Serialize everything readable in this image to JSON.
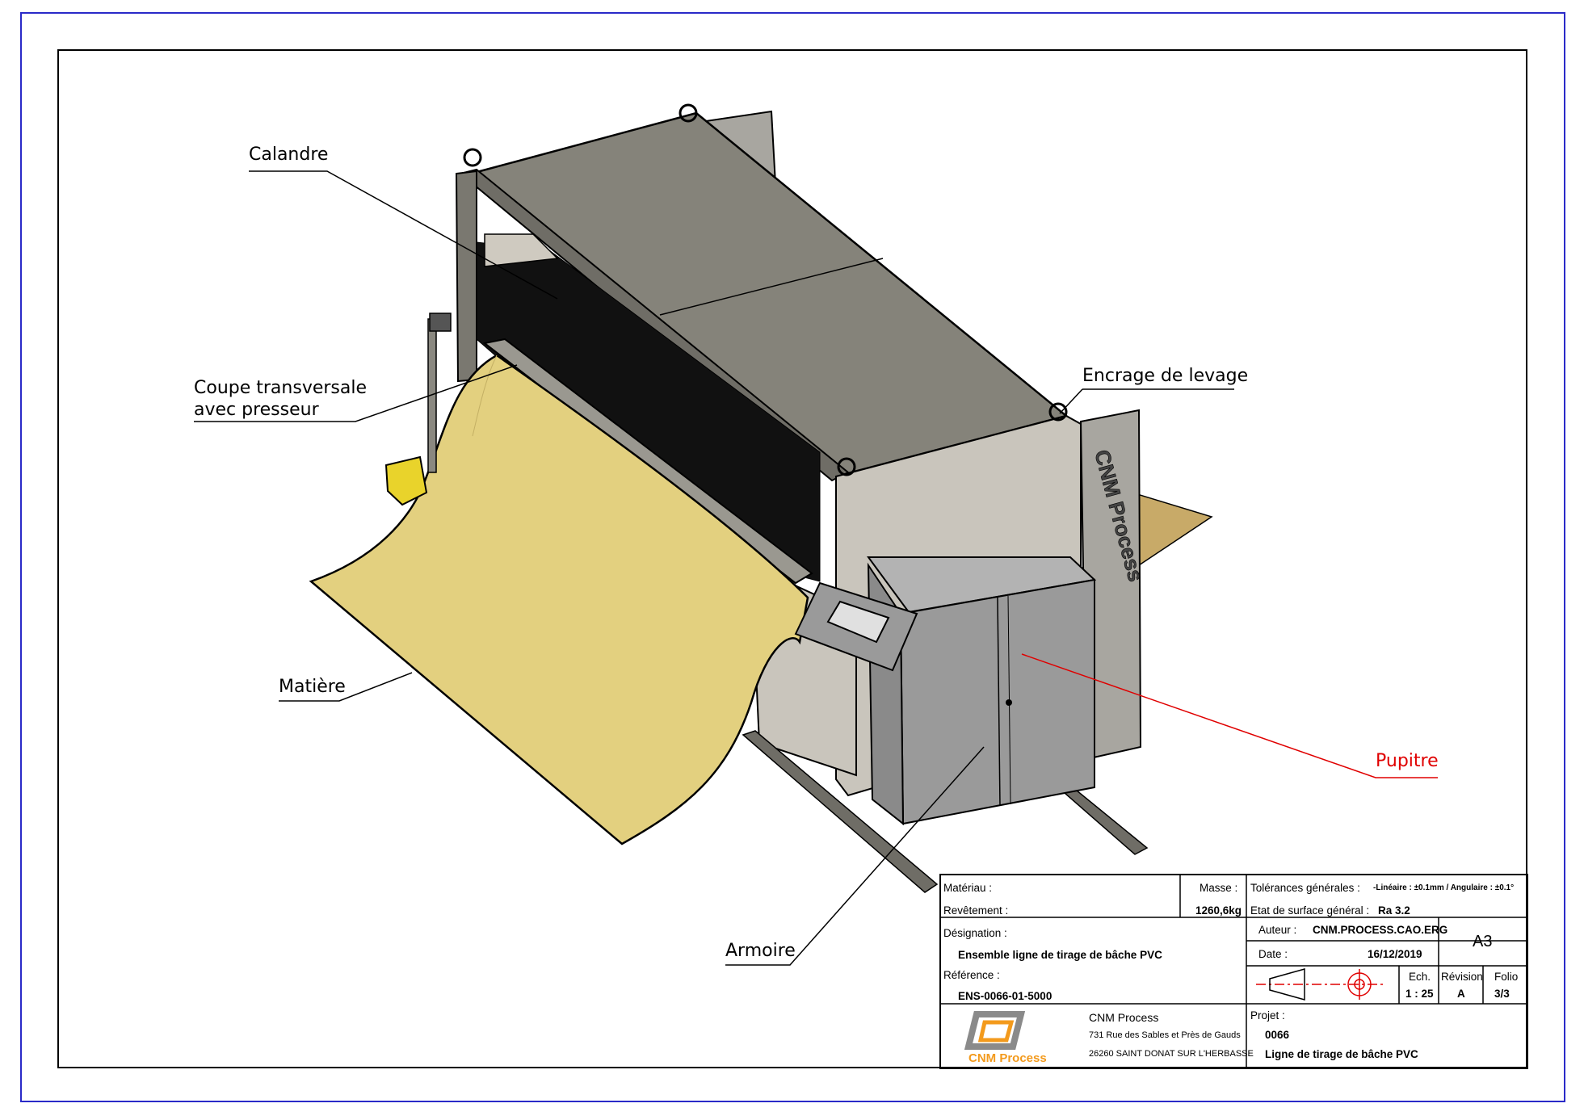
{
  "callouts": {
    "calandre": "Calandre",
    "coupe_line1": "Coupe transversale",
    "coupe_line2": "avec presseur",
    "encrage": "Encrage de levage",
    "matiere": "Matière",
    "pupitre": "Pupitre",
    "armoire": "Armoire"
  },
  "machine_brand": "CNM Process",
  "title_block": {
    "materiau_label": "Matériau :",
    "revetement_label": "Revêtement :",
    "masse_label": "Masse :",
    "masse_value": "1260,6kg",
    "tolerances_label": "Tolérances générales :",
    "tolerances_value": "-Linéaire : ±0.1mm / Angulaire : ±0.1°",
    "etat_surface_label": "Etat de surface général :",
    "etat_surface_value": "Ra 3.2",
    "designation_label": "Désignation :",
    "designation_value": "Ensemble ligne de tirage de bâche PVC",
    "reference_label": "Référence :",
    "reference_value": "ENS-0066-01-5000",
    "auteur_label": "Auteur :",
    "auteur_value": "CNM.PROCESS.CAO.ERG",
    "format_value": "A3",
    "date_label": "Date :",
    "date_value": "16/12/2019",
    "ech_label": "Ech.",
    "ech_value": "1 : 25",
    "revision_label": "Révision",
    "revision_value": "A",
    "folio_label": "Folio",
    "folio_value": "3/3",
    "company_name": "CNM Process",
    "company_address1": "731 Rue des Sables et Près de Gauds",
    "company_address2": "26260 SAINT DONAT SUR L'HERBASSE",
    "logo_text": "CNM Process",
    "projet_label": "Projet :",
    "projet_number": "0066",
    "projet_name": "Ligne de tirage de bâche PVC"
  },
  "colors": {
    "frame_outer": "#2a2ac8",
    "machine_top": "#85837a",
    "machine_side": "#c9c5bc",
    "cabinet": "#9a9a9a",
    "fabric": "#e3d07f",
    "callout_red": "#e00000",
    "logo_orange": "#f39a1c"
  }
}
